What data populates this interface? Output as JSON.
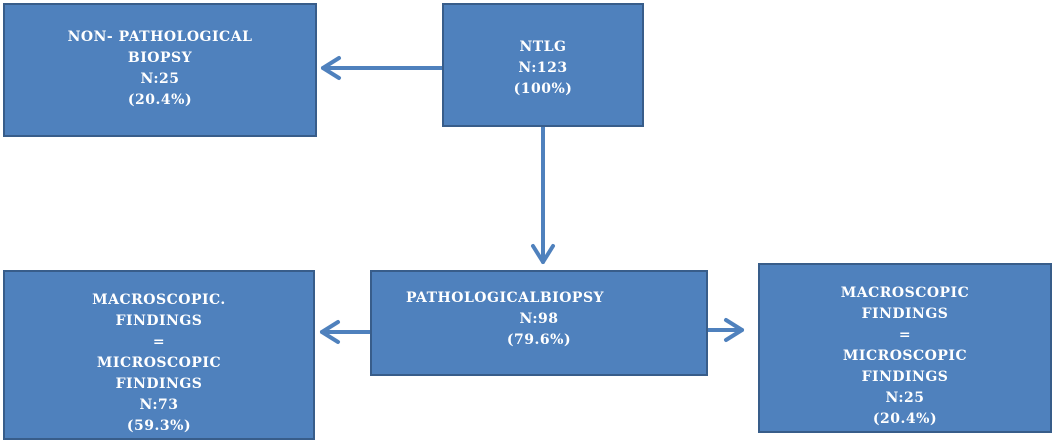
{
  "ntlg": {
    "lines": [
      "NTLG",
      "N:123",
      "(100%)"
    ]
  },
  "non_pathological": {
    "lines": [
      "NON- PATHOLOGICAL",
      "BIOPSY",
      "N:25",
      "(20.4%)"
    ]
  },
  "pathological": {
    "lines": [
      "PATHOLOGICALBIOPSY",
      "N:98",
      "(79.6%)"
    ]
  },
  "macro_left": {
    "lines": [
      "MACROSCOPIC.",
      "FINDINGS",
      "=",
      "MICROSCOPIC",
      "FINDINGS",
      "N:73",
      "(59.3%)"
    ]
  },
  "macro_right": {
    "lines": [
      "MACROSCOPIC",
      "FINDINGS",
      "=",
      "MICROSCOPIC",
      "FINDINGS",
      "N:25",
      "(20.4%)"
    ]
  },
  "colors": {
    "box_fill": "#4f81bd",
    "box_border": "#385d8a",
    "arrow": "#4f81bd",
    "text": "#ffffff"
  }
}
